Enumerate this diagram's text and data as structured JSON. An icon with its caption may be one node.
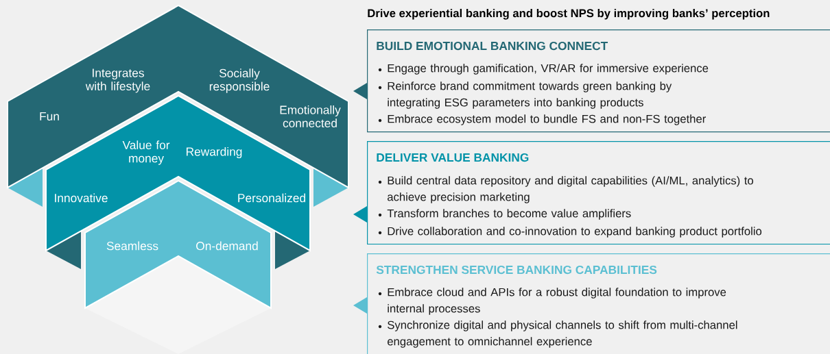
{
  "diagram": {
    "title": "Drive experiential banking and boost NPS by improving banks’ perception",
    "nodes": [
      {
        "text": [
          "Fun",
          "Integrates with lifestyle",
          "Socially responsible",
          "Emotionally connected"
        ]
      },
      {
        "text": [
          "Value for money",
          "Rewarding",
          "Innovative",
          "Personalized"
        ]
      },
      {
        "text": [
          "Seamless",
          "On-demand"
        ]
      },
      {
        "text": [
          "BUILD EMOTIONAL BANKING CONNECT",
          "Engage through gamification, VR/AR for immersive experience",
          "Reinforce brand commitment towards green banking by integrating ESG parameters into banking products",
          "Embrace ecosystem model to bundle FS and non-FS together"
        ]
      },
      {
        "text": [
          "DELIVER VALUE BANKING",
          "Build central data repository and digital capabilities (AI/ML, analytics) to achieve precision marketing",
          "Transform branches to become value amplifiers",
          "Drive collaboration and co-innovation to expand banking product portfolio"
        ]
      },
      {
        "text": [
          "STRENGTHEN SERVICE BANKING CAPABILITIES",
          "Embrace cloud and APIs for a robust digital foundation to improve internal processes",
          "Synchronize digital and physical channels to shift from multi-channel engagement to omnichannel experience"
        ]
      }
    ]
  }
}
